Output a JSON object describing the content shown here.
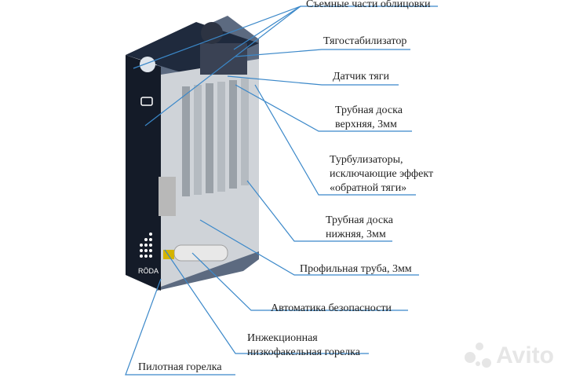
{
  "labels": {
    "removable_panels": "Съемные части облицовки",
    "draft_stabilizer": "Тягостабилизатор",
    "draft_sensor": "Датчик тяги",
    "upper_tube_sheet_1": "Трубная доска",
    "upper_tube_sheet_2": "верхняя, 3мм",
    "turbulators_1": "Турбулизаторы,",
    "turbulators_2": "исключающие эффект",
    "turbulators_3": "«обратной тяги»",
    "lower_tube_sheet_1": "Трубная доска",
    "lower_tube_sheet_2": "нижняя, 3мм",
    "profile_pipe": "Профильная труба, 3мм",
    "safety_automatics": "Автоматика безопасности",
    "injection_burner_1": "Инжекционная",
    "injection_burner_2": "низкофакельная горелка",
    "pilot_burner": "Пилотная горелка"
  },
  "brand_text": "RÖDA",
  "watermark": "Avito",
  "colors": {
    "leader": "#3b88c9",
    "casing": "#1c2433",
    "casing_edge": "#2e3a52",
    "inner": "#d9d9d9"
  }
}
